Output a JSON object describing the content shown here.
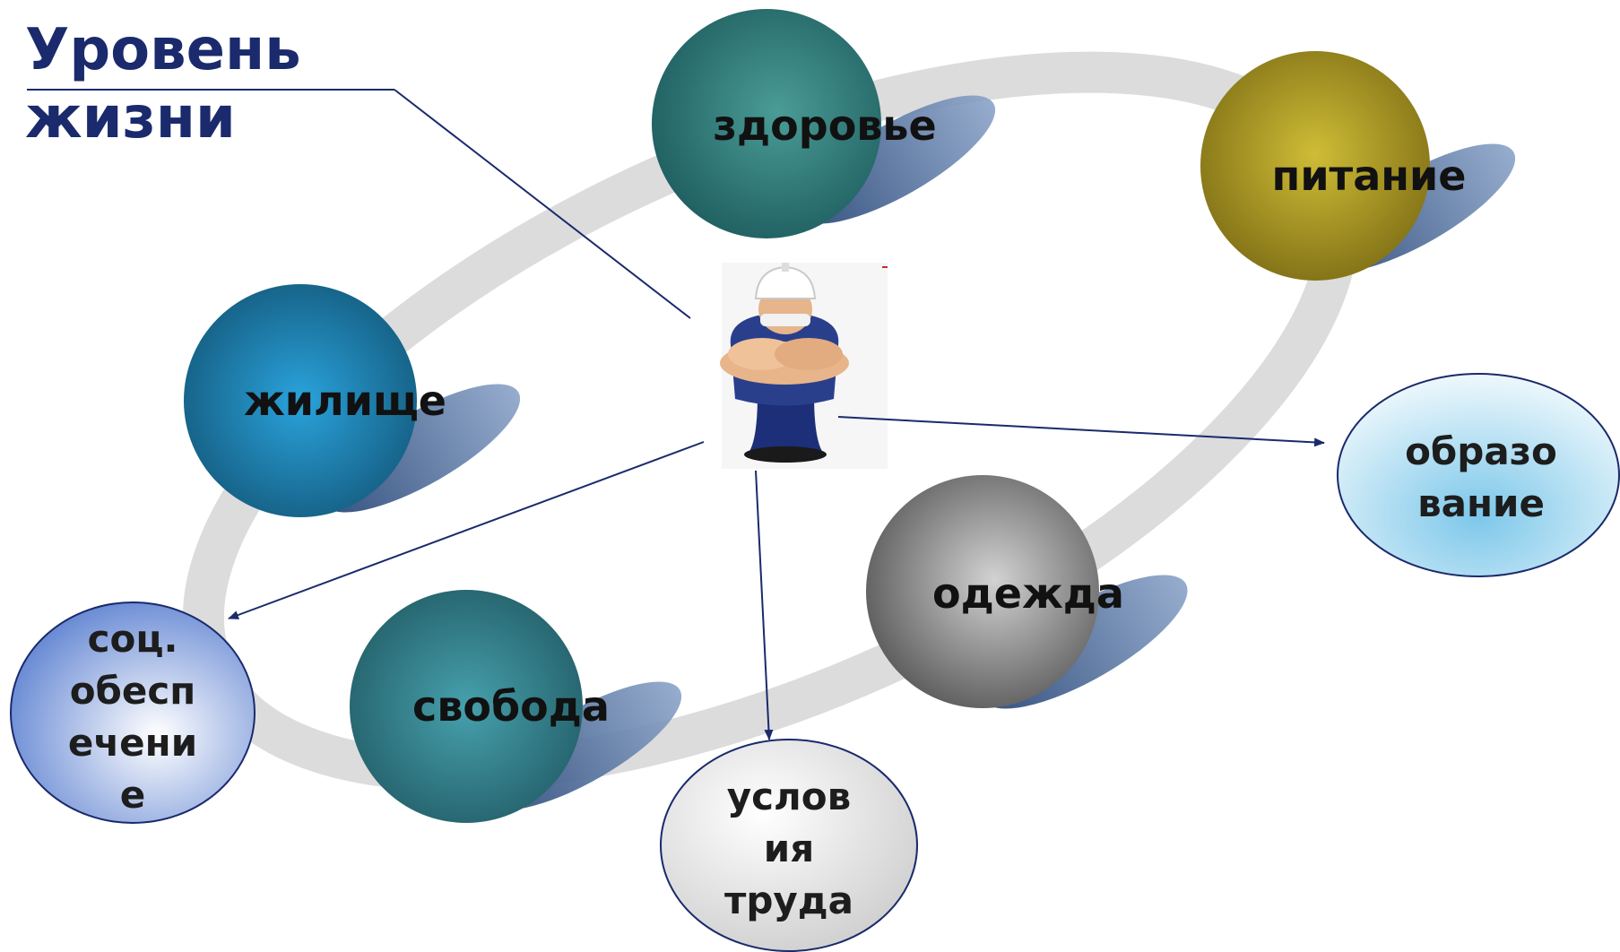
{
  "title": {
    "line1": "Уровень",
    "line2": "жизни"
  },
  "spheres": {
    "health": "здоровье",
    "nutrition": "питание",
    "housing": "жилище",
    "clothing": "одежда",
    "freedom": "свобода"
  },
  "ellipses": {
    "education": {
      "line1": "образо",
      "line2": "вание"
    },
    "social_security": {
      "line1": "соц.",
      "line2": "обесп",
      "line3": "ечени",
      "line4": "е"
    },
    "labor_conditions": {
      "line1": "услов",
      "line2": "ия",
      "line3": "труда"
    }
  },
  "colors": {
    "title": "#1a2a6c",
    "orbit": "#d6d6d6",
    "arrow": "#1a2a6c",
    "health": "#3a8a86",
    "nutrition": "#b7a52a",
    "housing": "#1c86b8",
    "clothing": "#8a8a8a",
    "freedom": "#2f8a98",
    "education_fill": "#9fd6ee",
    "social_fill": "#6f93d8",
    "labor_fill": "#d6d6d6"
  }
}
